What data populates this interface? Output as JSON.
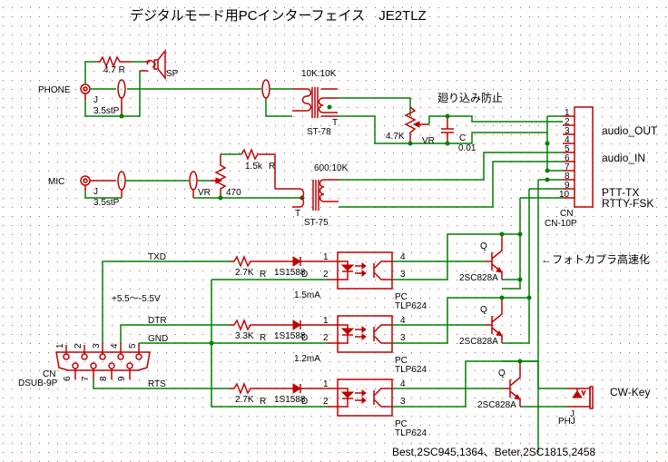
{
  "title": "デジタルモード用PCインターフェイス　JE2TLZ",
  "labels": {
    "phone": "PHONE",
    "mic": "MIC",
    "sp": "SP",
    "r_phone": "4.7 R",
    "jack_j": "J",
    "jack_type": "3.5stP",
    "t1_ratio": "10K:10K",
    "t1_name": "ST-78",
    "t_label": "T",
    "t2_ratio": "600:10K",
    "t2_name": "ST-75",
    "vr_out": "4.7K",
    "vr_label": "VR",
    "cap_label": "C",
    "cap_value": "0.01",
    "anti_loop": "廻り込み防止",
    "r_mic": "1.5k",
    "r_label": "R",
    "vr_mic": "470",
    "cn_label": "CN",
    "cn10_name": "CN-10P",
    "cn_pins": [
      "1",
      "2",
      "3",
      "4",
      "5",
      "6",
      "7",
      "8",
      "9",
      "10"
    ],
    "audio_out": "audio_OUT",
    "audio_in": "audio_IN",
    "ptt": "PTT-TX",
    "rtty": "RTTY-FSK",
    "txd": "TXD",
    "dtr": "DTR",
    "gnd": "GND",
    "rts": "RTS",
    "voltage": "+5.5〜-5.5V",
    "r_txd": "2.7K",
    "r_dtr": "3.3K",
    "r_rts": "2.7K",
    "diode": "1S1588",
    "diode_label": "D",
    "i_txd": "1.5mA",
    "i_dtr": "1.2mA",
    "pc_label": "PC",
    "pc_name": "TLP624",
    "q_label": "Q",
    "q_name": "2SC828A",
    "pin1": "1",
    "pin2": "2",
    "pin3": "3",
    "pin4": "4",
    "photo_speedup": "←フォトカプラ高速化",
    "dsub_name": "DSUB-9P",
    "dsub_pins": [
      "1",
      "2",
      "3",
      "4",
      "5",
      "6",
      "7",
      "8",
      "9"
    ],
    "cw_key": "CW-Key",
    "phj": "PHJ",
    "note": "Best,2SC945,1364、Beter,2SC1815,2458"
  },
  "colors": {
    "wire": "#008000",
    "part": "#c00000",
    "grid": "#e04040",
    "background": "#ffffff"
  }
}
